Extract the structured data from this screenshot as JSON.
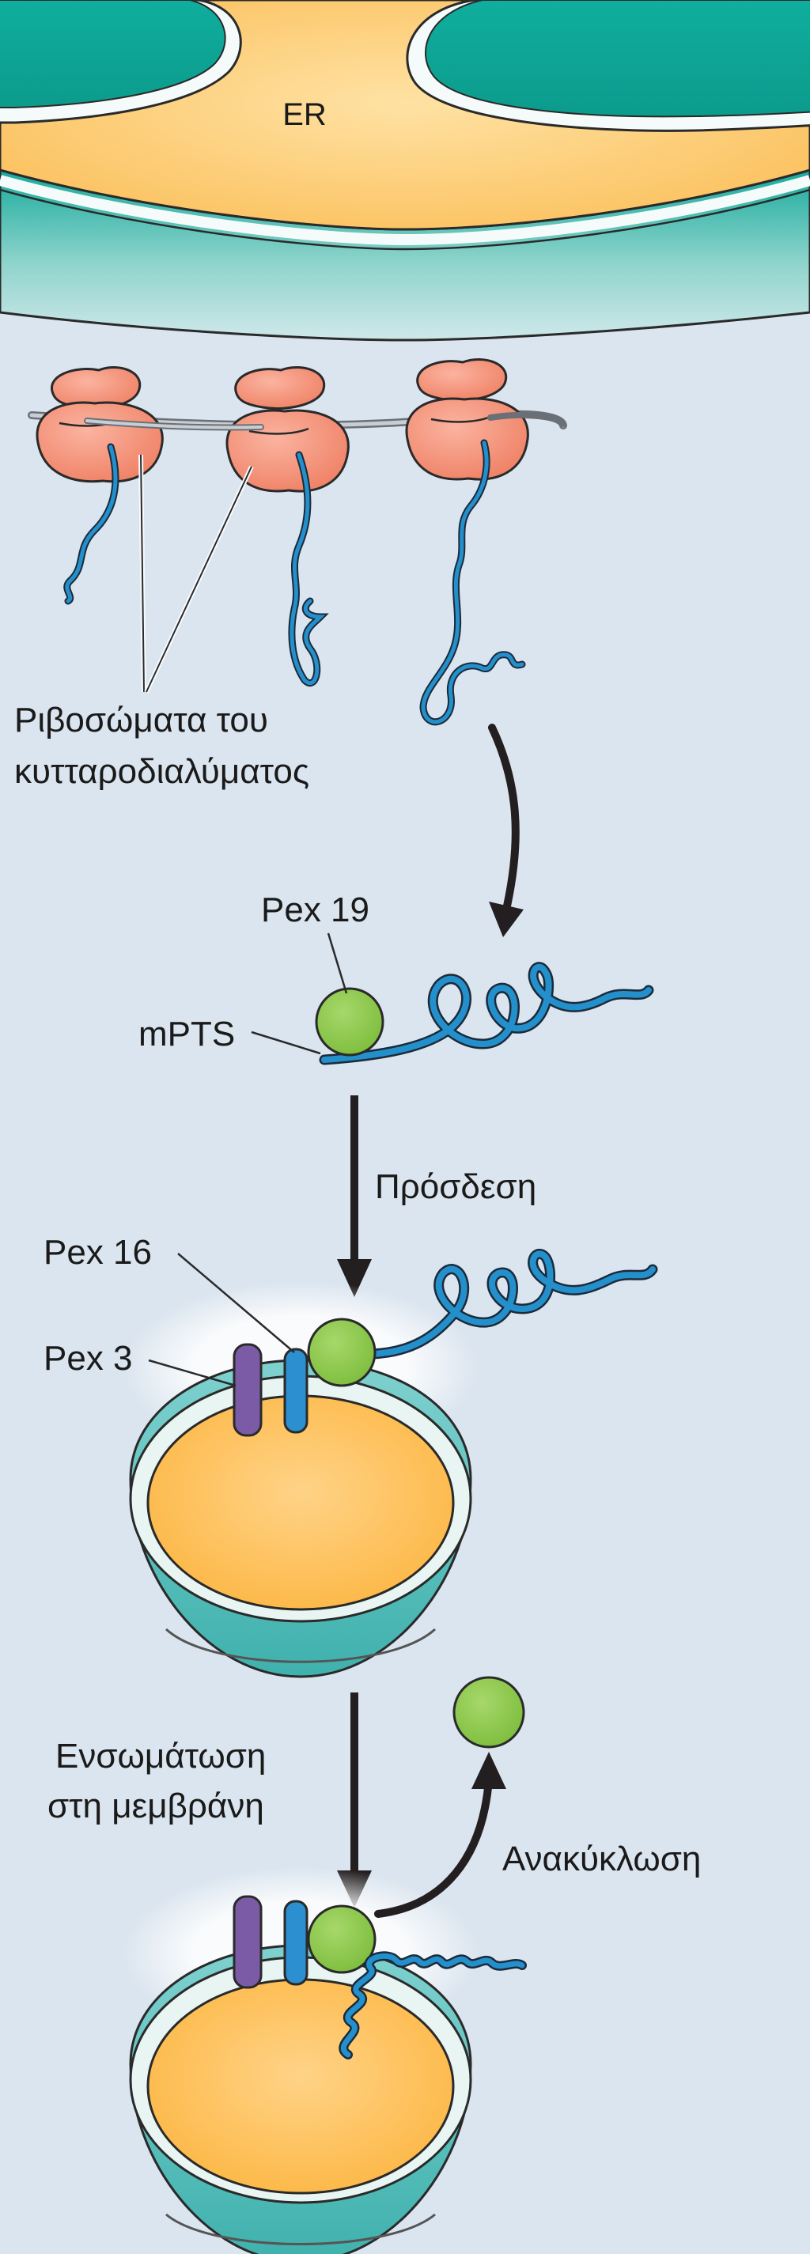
{
  "labels": {
    "er": "ER",
    "ribosomes_line1": "Ριβοσώματα του",
    "ribosomes_line2": "κυτταροδιαλύματος",
    "pex19": "Pex 19",
    "mpts": "mPTS",
    "binding": "Πρόσδεση",
    "pex16": "Pex 16",
    "pex3": "Pex 3",
    "insertion_line1": "Ενσωμάτωση",
    "insertion_line2": "στη μεμβράνη",
    "recycling": "Ανακύκλωση"
  },
  "colors": {
    "background": "#dbe5ef",
    "er_lumen": "#fcc96b",
    "er_cisterna": "#16b4a5",
    "ribosome": "#f4917c",
    "polypeptide": "#1f8bc6",
    "pex19": "#8dc94b",
    "pex3": "#7b5aa6",
    "pex16": "#2b8fd0",
    "peroxisome_matrix": "#fdbd52",
    "peroxisome_shell": "#5fc0bd",
    "arrow": "#231f20"
  }
}
